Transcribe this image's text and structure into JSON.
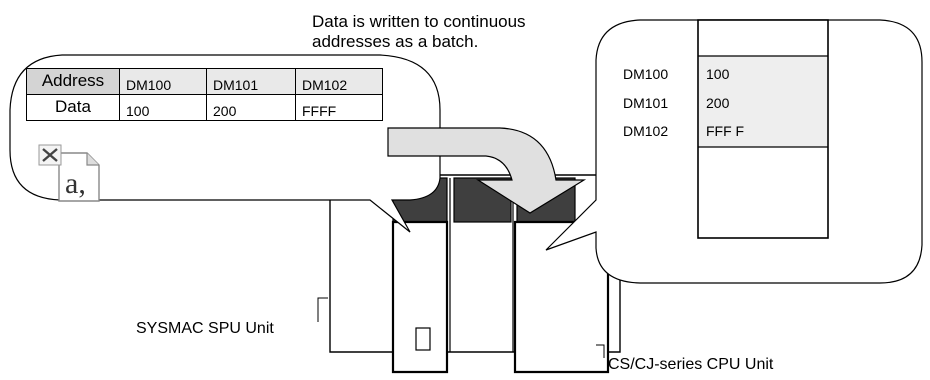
{
  "caption": {
    "line1": "Data is written to continuous",
    "line2": "addresses as a batch."
  },
  "spreadsheet": {
    "header_label": "Address",
    "row_label": "Data",
    "columns": [
      {
        "address": "DM100",
        "data": "100"
      },
      {
        "address": "DM101",
        "data": "200"
      },
      {
        "address": "DM102",
        "data": "FFFF"
      }
    ]
  },
  "file_icon": {
    "name": "excel-file-icon",
    "glyph": "a,"
  },
  "memory": {
    "rows": [
      {
        "address": "DM100",
        "value": "100"
      },
      {
        "address": "DM101",
        "value": "200"
      },
      {
        "address": "DM102",
        "value": "FFF F"
      }
    ]
  },
  "labels": {
    "spu_unit": "SYSMAC SPU Unit",
    "cpu_unit": "CS/CJ-series CPU Unit"
  },
  "colors": {
    "unit_top": "#3f3f3f",
    "memory_highlight": "#eeeeee",
    "header_fill": "#d4d4d4"
  }
}
